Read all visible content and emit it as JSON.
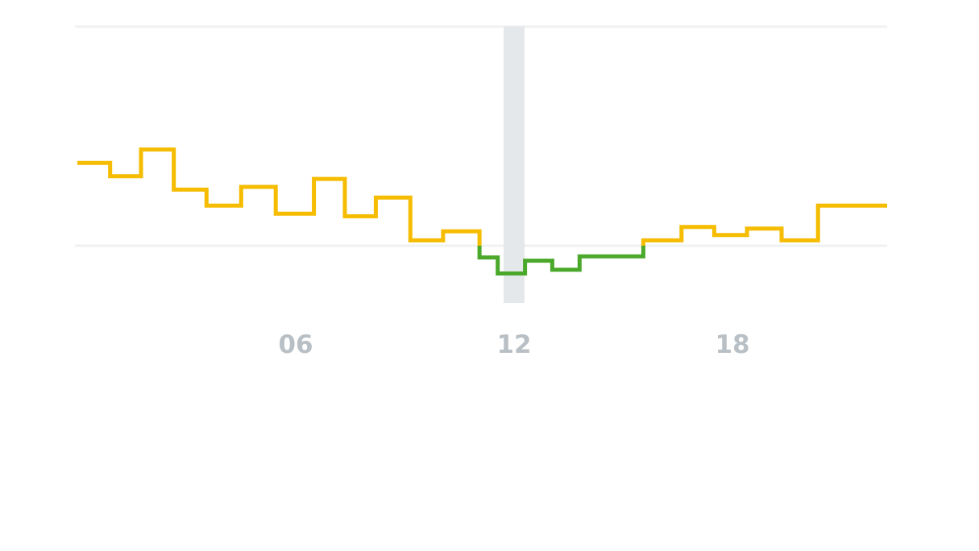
{
  "chart_data": {
    "type": "line",
    "step": true,
    "title": "",
    "xlabel": "",
    "ylabel": "",
    "x_tick_labels": [
      "06",
      "12",
      "18"
    ],
    "x_tick_hours": [
      6,
      12,
      18
    ],
    "current_hour": 12,
    "threshold": 0,
    "ylim": [
      -110,
      410
    ],
    "grid": true,
    "colors": {
      "above_threshold": "#f5bc00",
      "below_threshold": "#4aa82a",
      "gridline": "#eff1f2",
      "current_marker": "#e5e8ea",
      "tick_label": "#b9c0c5"
    },
    "series": [
      {
        "x": [
          0.0,
          0.9,
          1.75,
          2.65,
          3.55,
          4.5,
          5.45,
          6.5,
          7.35,
          8.2,
          9.15,
          10.05,
          11.05,
          11.55,
          12.3,
          13.05,
          13.8,
          15.55,
          16.6,
          17.5,
          18.4,
          19.35,
          20.35
        ],
        "y": [
          155,
          130,
          180,
          105,
          75,
          110,
          60,
          125,
          55,
          90,
          10,
          27,
          -22,
          -52,
          -28,
          -45,
          -20,
          10,
          35,
          20,
          32,
          10,
          75
        ]
      }
    ],
    "x_end": 22.25
  }
}
